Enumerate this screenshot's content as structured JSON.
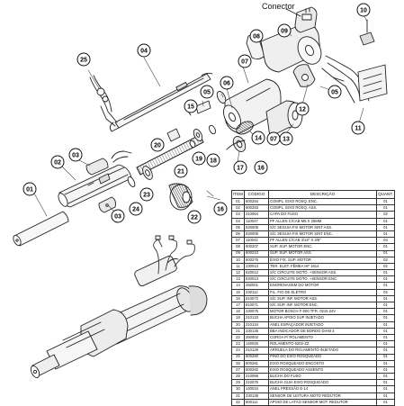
{
  "callouts": {
    "c01": "01",
    "c02": "02",
    "c03": "03",
    "c03b": "03",
    "c04": "04",
    "c05": "05",
    "c05b": "05",
    "c06": "06",
    "c07": "07",
    "c07b": "07",
    "c08": "08",
    "c09": "09",
    "c10": "10",
    "c11": "11",
    "c12": "12",
    "c13": "13",
    "c14": "14",
    "c15": "15",
    "c16": "16",
    "c16b": "16",
    "c17": "17",
    "c18": "18",
    "c19": "19",
    "c20": "20",
    "c21": "21",
    "c22": "22",
    "c23": "23",
    "c24": "24",
    "c25": "25"
  },
  "connector_label": "Conector",
  "table": {
    "headers": {
      "item": "ITEM",
      "code": "CÓDIGO",
      "desc": "DESCRIÇÃO",
      "qty": "QUANT."
    },
    "rows": [
      {
        "item": "01",
        "code": "600284",
        "desc": "COMPL. EIXO ROSQ. ENC.",
        "qty": "01"
      },
      {
        "item": "02",
        "code": "600283",
        "desc": "COMPL. EIXO ROSQ. ASS.",
        "qty": "01"
      },
      {
        "item": "03",
        "code": "210064",
        "desc": "CAPA DO FUSO",
        "qty": "02"
      },
      {
        "item": "04",
        "code": "110047",
        "desc": "PF ALLEN C/CAB M6 X 25MM",
        "qty": "01"
      },
      {
        "item": "05",
        "code": "620005",
        "desc": "S/C SEGUIA FIX MOTOR SINT ASS.",
        "qty": "01"
      },
      {
        "item": "06",
        "code": "620006",
        "desc": "S/C SEGUIA FIX MOTOR SINT ENC.",
        "qty": "01"
      },
      {
        "item": "07",
        "code": "110042",
        "desc": "PF ALLEN C/CAB 3/16\" X 3/8\"",
        "qty": "04"
      },
      {
        "item": "08",
        "code": "600207",
        "desc": "SUP. SUP. MOTOR ENC.",
        "qty": "01"
      },
      {
        "item": "09",
        "code": "600210",
        "desc": "SUP. SUP. MOTOR ASS.",
        "qty": "01"
      },
      {
        "item": "10",
        "code": "600276",
        "desc": "EIXO FIX. SUP. MOTOR",
        "qty": "02"
      },
      {
        "item": "11",
        "code": "230013",
        "desc": "TER. ELET. FÊMEA HF 1614",
        "qty": "02"
      },
      {
        "item": "12",
        "code": "620012",
        "desc": "S/C CIRCUITE MOTO. +SENSOR ASS.",
        "qty": "01"
      },
      {
        "item": "13",
        "code": "620013",
        "desc": "S/C CIRCUITE MOTO. +SENSOR ENC.",
        "qty": "01"
      },
      {
        "item": "14",
        "code": "250001",
        "desc": "ENGRENAGEM DO MOTOR",
        "qty": "01"
      },
      {
        "item": "15",
        "code": "230112",
        "desc": "FIL. FIO DE ELETRO",
        "qty": "02"
      },
      {
        "item": "16",
        "code": "610072",
        "desc": "S/C SUP. INF. MOTOR ASS.",
        "qty": "01"
      },
      {
        "item": "17",
        "code": "610071",
        "desc": "S/C SUP. INF. MOTOR ENC.",
        "qty": "01"
      },
      {
        "item": "18",
        "code": "230075",
        "desc": "MOTOR BOSCH F-000 TFR. 0215 24V",
        "qty": "01"
      },
      {
        "item": "19",
        "code": "210133",
        "desc": "BUCHA APOIO SUP INJETADO",
        "qty": "01"
      },
      {
        "item": "20",
        "code": "210134",
        "desc": "ANEL ESPAÇADOR INJETADO",
        "qty": "01"
      },
      {
        "item": "21",
        "code": "230135",
        "desc": "BBA INDICADOR DE BORDO DIAM 3",
        "qty": "01"
      },
      {
        "item": "22",
        "code": "250002",
        "desc": "COROA P/ ROLAMENTO",
        "qty": "01"
      },
      {
        "item": "23",
        "code": "140026",
        "desc": "ROLAMENTO 6202-ZZ",
        "qty": "01"
      },
      {
        "item": "24",
        "code": "210129",
        "desc": "ARRUELA DO ROLAMENTO INJETADO",
        "qty": "01"
      },
      {
        "item": "25",
        "code": "600280",
        "desc": "PINO DO EIXO ROSQUEADO",
        "qty": "01"
      },
      {
        "item": "26",
        "code": "600281",
        "desc": "EIXO ROSQUEADO ENCOSTO",
        "qty": "01"
      },
      {
        "item": "27",
        "code": "600282",
        "desc": "EIXO ROSQUEADO ASSENTO",
        "qty": "01"
      },
      {
        "item": "28",
        "code": "210066",
        "desc": "BUCHA DO FUSO",
        "qty": "01"
      },
      {
        "item": "29",
        "code": "210076",
        "desc": "BUCHA GUIA EIXO ROSQUEADO",
        "qty": "01"
      },
      {
        "item": "30",
        "code": "140034",
        "desc": "ANEL PRESSÃO E-14",
        "qty": "01"
      },
      {
        "item": "31",
        "code": "230138",
        "desc": "SENSOR DE LEITURA MOTO REDUTOR",
        "qty": "01"
      },
      {
        "item": "32",
        "code": "600111",
        "desc": "APOIO DE LATÃO SENSOR MOT. REDUTOR",
        "qty": "01"
      }
    ]
  }
}
